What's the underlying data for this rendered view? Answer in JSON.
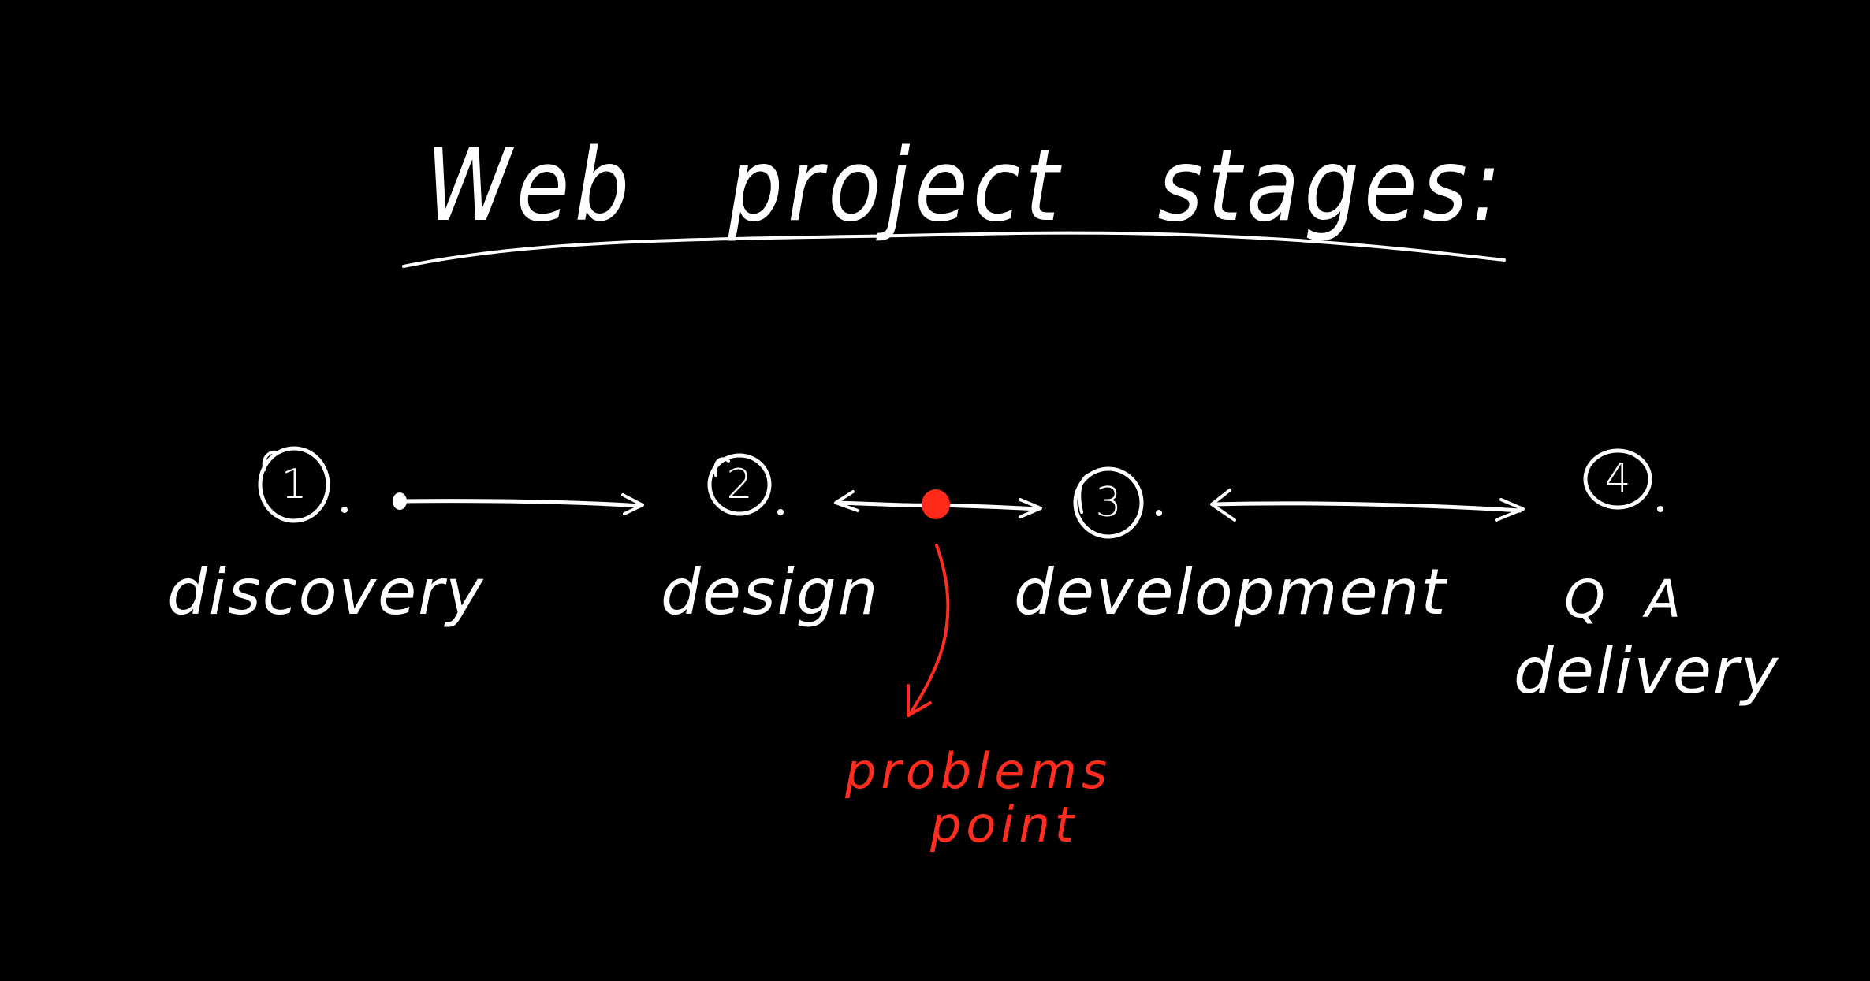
{
  "diagram": {
    "title": "Web project stages:",
    "background_color": "#000000",
    "stroke_color": "#ffffff",
    "accent_color": "#ff2d1f",
    "stages": [
      {
        "number": "1",
        "suffix": ".",
        "label": "discovery"
      },
      {
        "number": "2",
        "suffix": ".",
        "label": "design"
      },
      {
        "number": "3",
        "suffix": ".",
        "label": "development"
      },
      {
        "number": "4",
        "suffix": ".",
        "label_line1": "Q A",
        "label_line2": "delivery"
      }
    ],
    "connectors": [
      {
        "from": "1",
        "to": "2",
        "type": "one-way-arrow"
      },
      {
        "from": "2",
        "to": "3",
        "type": "two-way-arrow",
        "marker": "red-dot"
      },
      {
        "from": "3",
        "to": "4",
        "type": "two-way-arrow"
      }
    ],
    "annotation": {
      "line1": "problems",
      "line2": "point",
      "points_to": "connector between design and development"
    }
  }
}
